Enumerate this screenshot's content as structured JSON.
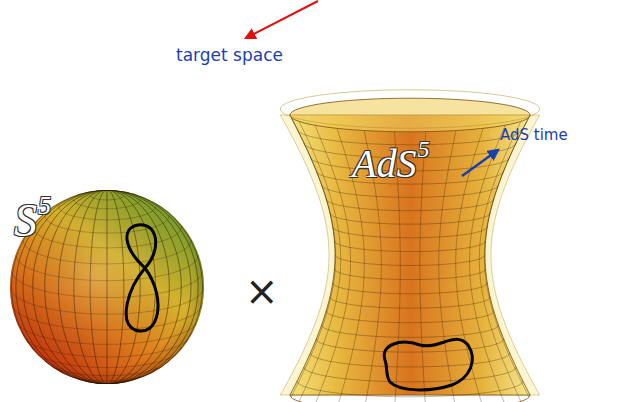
{
  "diagram": {
    "labels": [
      "target space",
      "S",
      "5",
      "×",
      "AdS",
      "5",
      "AdS time"
    ]
  }
}
